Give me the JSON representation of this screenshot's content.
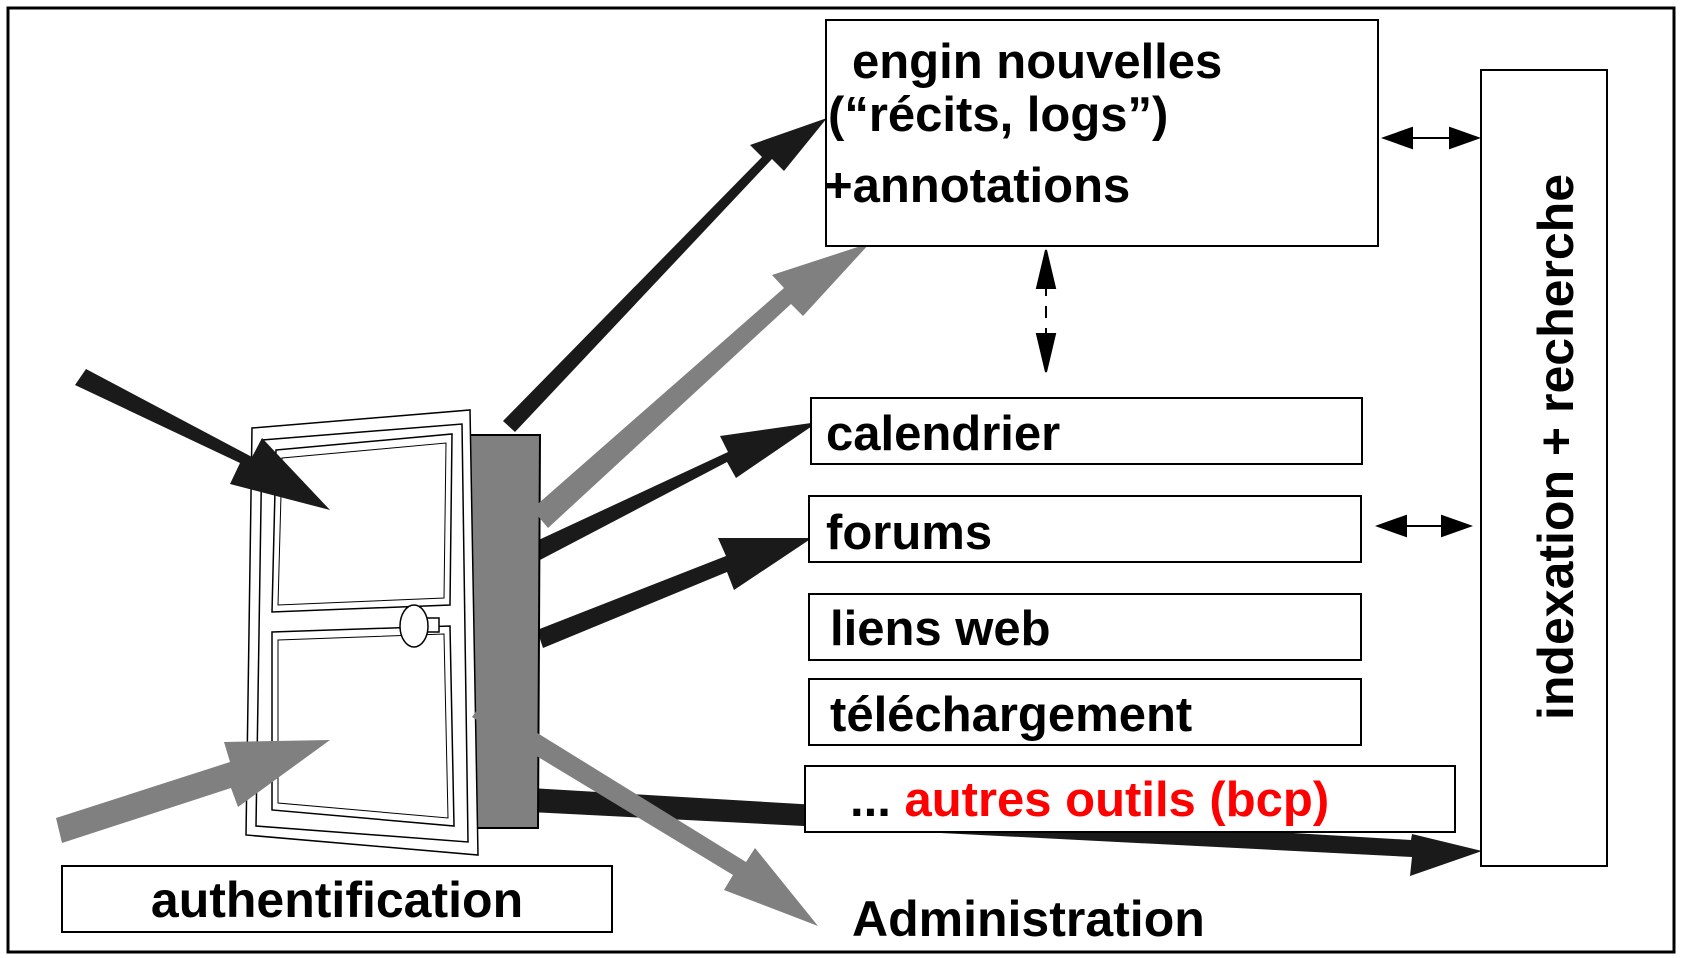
{
  "boxes": {
    "news_line1": "engin nouvelles",
    "news_line2": "(“récits, logs”)",
    "news_line3": "+annotations",
    "calendar": "calendrier",
    "forums": "forums",
    "links": "liens web",
    "download": "téléchargement",
    "other_prefix": "... ",
    "other_tools": "autres outils (bcp)",
    "indexing": "indexation + recherche",
    "authentication": "authentification"
  },
  "labels": {
    "administration": "Administration"
  },
  "colors": {
    "black_arrow": "#1a1a1a",
    "gray_arrow": "#808080",
    "highlight_text": "#ff0000",
    "door_panel": "#808080"
  },
  "icons": {
    "door": "open-door-icon"
  }
}
